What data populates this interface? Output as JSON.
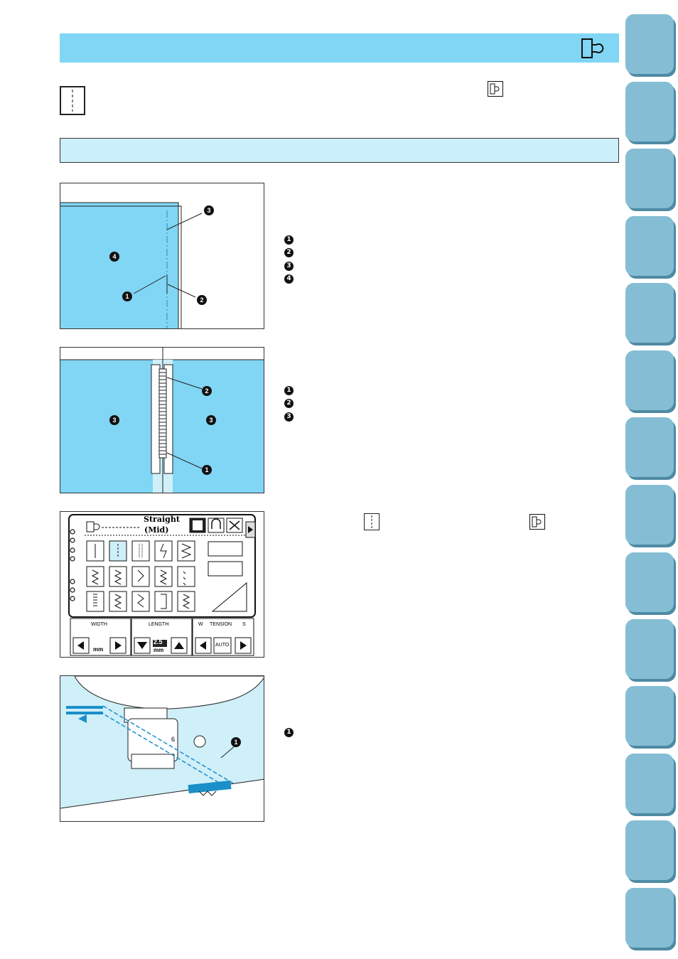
{
  "screen": {
    "pattern_name": "Straight",
    "pattern_variant": "(Mid)",
    "width_label": "WIDTH",
    "length_label": "LENGTH",
    "tension_label": "TENSION",
    "tension_w": "W",
    "tension_s": "S",
    "length_value": "2.5",
    "unit": "mm",
    "auto_label": "AUTO"
  },
  "figure1_markers": [
    "3",
    "4",
    "1",
    "2"
  ],
  "figure1_legend": [
    "1",
    "2",
    "3",
    "4"
  ],
  "figure2_markers": [
    "2",
    "3",
    "3",
    "1"
  ],
  "figure2_legend": [
    "1",
    "2",
    "3"
  ],
  "figure4_markers": [
    "1"
  ],
  "figure4_legend": [
    "1"
  ],
  "foot_number": "6",
  "colors": {
    "header": "#80d6f4",
    "subheader": "#ccf0fb",
    "fabric": "#80d6f4",
    "tab": "#85bed4"
  }
}
